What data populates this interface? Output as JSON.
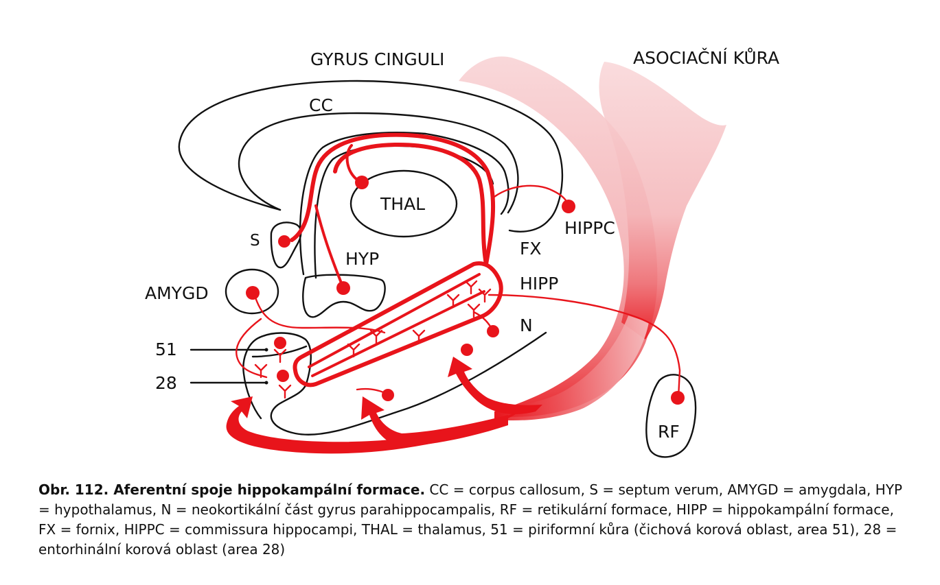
{
  "labels": {
    "gyrus_cinguli": "GYRUS CINGULI",
    "asociacni_kura": "ASOCIAČNÍ KŮRA",
    "cc": "CC",
    "thal": "THAL",
    "s": "S",
    "hyp": "HYP",
    "amygd": "AMYGD",
    "hippc": "HIPPC",
    "fx": "FX",
    "hipp": "HIPP",
    "n": "N",
    "area51": "51",
    "area28": "28",
    "rf": "RF"
  },
  "caption": {
    "title": "Obr. 112. Aferentní spoje hippokampální formace.",
    "body": " CC = corpus callosum, S = septum verum, AMYGD = amygdala, HYP = hypothalamus, N = neokortikální část gyrus parahippocampalis, RF = retikulární formace, HIPP = hippokampální formace, FX = fornix, HIPPC = commissura hippocampi, THAL = thalamus, 51 = piriformní kůra (čichová korová oblast, area 51), 28 = entorhinální korová oblast (area 28)"
  },
  "colors": {
    "pathway_red": "#e8141b",
    "outline": "#111111",
    "association_cortex_gradient_light": "#f9d4d6",
    "association_cortex_gradient_dark": "#e8141b"
  }
}
